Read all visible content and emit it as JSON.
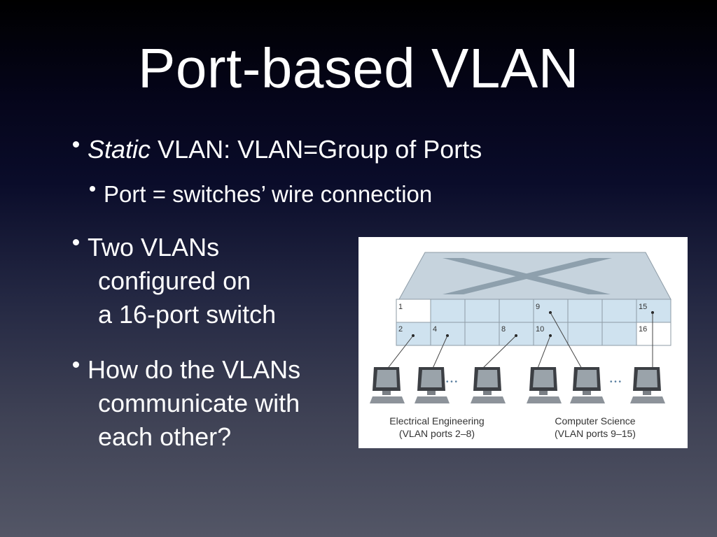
{
  "slide": {
    "title": "Port-based VLAN",
    "bullets": [
      {
        "italic": "Static",
        "text": " VLAN: VLAN=Group of Ports"
      },
      {
        "text": "Port = switches’ wire connection"
      },
      {
        "lines": [
          "Two VLANs",
          "configured on",
          "a 16-port switch"
        ]
      },
      {
        "lines": [
          "How do the VLANs",
          "communicate with",
          "each other?"
        ]
      }
    ]
  },
  "figure": {
    "port_labels_top": [
      "1",
      "9",
      "15"
    ],
    "port_labels_bottom": [
      "2",
      "4",
      "8",
      "10",
      "16"
    ],
    "ellipsis_left": "• • •",
    "ellipsis_right": "• • •",
    "groups": [
      {
        "name": "Electrical Engineering",
        "ports": "(VLAN ports 2–8)"
      },
      {
        "name": "Computer Science",
        "ports": "(VLAN ports 9–15)"
      }
    ],
    "colors": {
      "port_blue": "#cfe2ef",
      "switch_top": "#c6d3dd",
      "x_mark": "#8ea0ad",
      "text": "#333333"
    }
  }
}
